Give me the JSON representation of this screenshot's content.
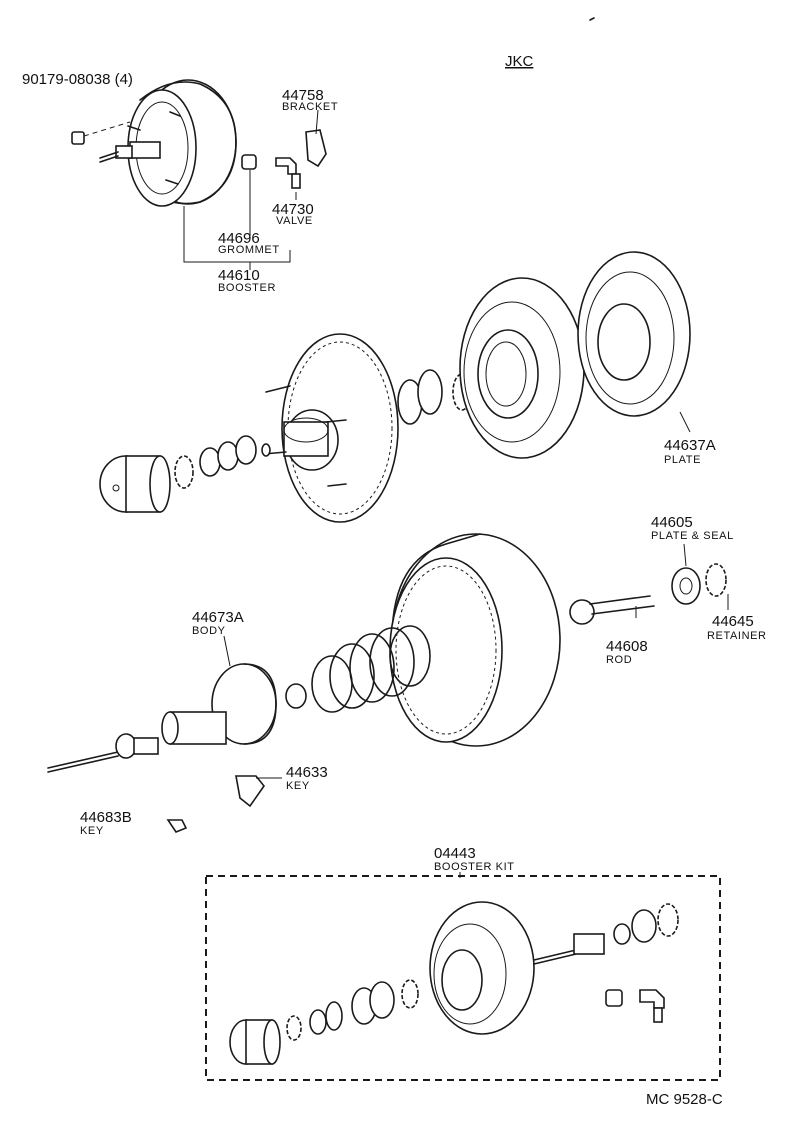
{
  "header": {
    "model_code": "JKC",
    "figure_code": "MC 9528-C"
  },
  "parts": {
    "nut": {
      "number": "90179-08038 (4)"
    },
    "bracket": {
      "number": "44758",
      "name": "BRACKET"
    },
    "valve": {
      "number": "44730",
      "name": "VALVE"
    },
    "grommet": {
      "number": "44696",
      "name": "GROMMET"
    },
    "booster": {
      "number": "44610",
      "name": "BOOSTER"
    },
    "plate": {
      "number": "44637A",
      "name": "PLATE"
    },
    "plate_seal": {
      "number": "44605",
      "name": "PLATE & SEAL"
    },
    "retainer": {
      "number": "44645",
      "name": "RETAINER"
    },
    "rod": {
      "number": "44608",
      "name": "ROD"
    },
    "body": {
      "number": "44673A",
      "name": "BODY"
    },
    "key_a": {
      "number": "44633",
      "name": "KEY"
    },
    "key_b": {
      "number": "44683B",
      "name": "KEY"
    },
    "booster_kit": {
      "number": "04443",
      "name": "BOOSTER KIT"
    }
  }
}
